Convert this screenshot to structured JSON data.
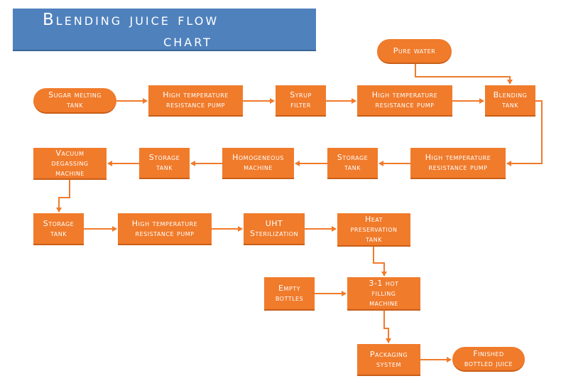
{
  "title": {
    "line1": "Blending juice flow",
    "line2": "chart"
  },
  "colors": {
    "banner": "#4f81bd",
    "node": "#f07b2b",
    "arrow": "#f07b2b"
  },
  "nodes": [
    {
      "id": "pure_water",
      "label": "Pure water",
      "shape": "rounded"
    },
    {
      "id": "sugar_tank",
      "label": "Sugar melting\ntank",
      "shape": "rounded"
    },
    {
      "id": "pump1",
      "label": "High temperature\nresistance pump",
      "shape": "rect"
    },
    {
      "id": "syrup_filter",
      "label": "Syrup\nfilter",
      "shape": "rect"
    },
    {
      "id": "pump2",
      "label": "High temperature\nresistance pump",
      "shape": "rect"
    },
    {
      "id": "blending_tank",
      "label": "Blending\ntank",
      "shape": "rect"
    },
    {
      "id": "pump3",
      "label": "High temperature\nresistance pump",
      "shape": "rect"
    },
    {
      "id": "storage1",
      "label": "Storage\ntank",
      "shape": "rect"
    },
    {
      "id": "homogeneous",
      "label": "Homogeneous\nmachine",
      "shape": "rect"
    },
    {
      "id": "storage2",
      "label": "Storage\ntank",
      "shape": "rect"
    },
    {
      "id": "vacuum",
      "label": "Vacuum\ndegassing\nmachine",
      "shape": "rect"
    },
    {
      "id": "storage3",
      "label": "Storage\ntank",
      "shape": "rect"
    },
    {
      "id": "pump4",
      "label": "High temperature\nresistance pump",
      "shape": "rect"
    },
    {
      "id": "uht",
      "label": "UHT\nSterilization",
      "shape": "rect"
    },
    {
      "id": "heat_tank",
      "label": "Heat\npreservation\ntank",
      "shape": "rect"
    },
    {
      "id": "empty_bottles",
      "label": "Empty\nbottles",
      "shape": "rect"
    },
    {
      "id": "filling",
      "label": "3-1 hot\nfilling\nmachine",
      "shape": "rect"
    },
    {
      "id": "packaging",
      "label": "Packaging\nsystem",
      "shape": "rect"
    },
    {
      "id": "finished",
      "label": "Finished\nbottled juice",
      "shape": "rounded"
    }
  ],
  "edges": [
    {
      "from": "sugar_tank",
      "to": "pump1"
    },
    {
      "from": "pump1",
      "to": "syrup_filter"
    },
    {
      "from": "syrup_filter",
      "to": "pump2"
    },
    {
      "from": "pump2",
      "to": "blending_tank"
    },
    {
      "from": "pure_water",
      "to": "blending_tank"
    },
    {
      "from": "blending_tank",
      "to": "pump3"
    },
    {
      "from": "pump3",
      "to": "storage1"
    },
    {
      "from": "storage1",
      "to": "homogeneous"
    },
    {
      "from": "homogeneous",
      "to": "storage2"
    },
    {
      "from": "storage2",
      "to": "vacuum"
    },
    {
      "from": "vacuum",
      "to": "storage3"
    },
    {
      "from": "storage3",
      "to": "pump4"
    },
    {
      "from": "pump4",
      "to": "uht"
    },
    {
      "from": "uht",
      "to": "heat_tank"
    },
    {
      "from": "heat_tank",
      "to": "filling"
    },
    {
      "from": "empty_bottles",
      "to": "filling"
    },
    {
      "from": "filling",
      "to": "packaging"
    },
    {
      "from": "packaging",
      "to": "finished"
    }
  ]
}
